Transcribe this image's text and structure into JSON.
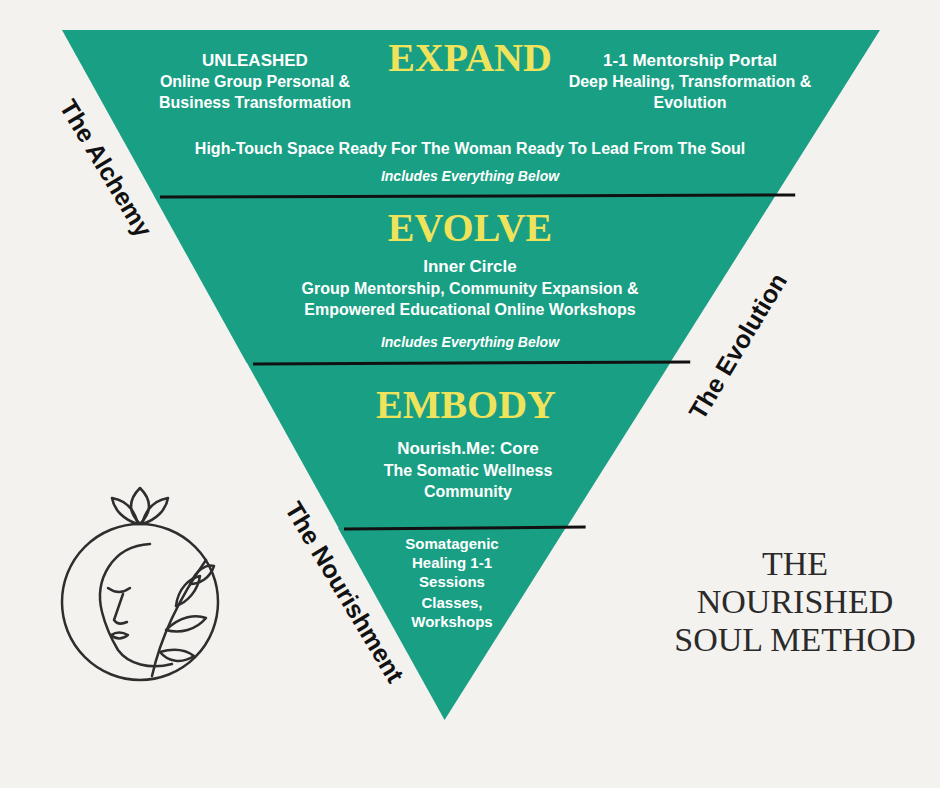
{
  "diagram": {
    "title": "THE NOURISHED SOUL METHOD",
    "nodes": [
      {
        "text": [
          "EXPAND",
          "UNLEASHED",
          "Online Group Personal & Business Transformation",
          "1-1 Mentorship Portal",
          "Deep Healing, Transformation & Evolution",
          "High-Touch Space Ready For The Woman Ready To Lead From The Soul",
          "Includes Everything Below"
        ]
      },
      {
        "text": [
          "EVOLVE",
          "Inner Circle",
          "Group Mentorship, Community Expansion & Empowered Educational Online Workshops",
          "Includes Everything Below"
        ]
      },
      {
        "text": [
          "EMBODY",
          "Nourish.Me: Core",
          "The Somatic Wellness Community"
        ]
      },
      {
        "text": [
          "Somatagenic Healing 1-1 Sessions",
          "Classes, Workshops"
        ]
      }
    ],
    "labels": [
      "The Alchemy",
      "The Evolution",
      "The Nourishment"
    ]
  }
}
